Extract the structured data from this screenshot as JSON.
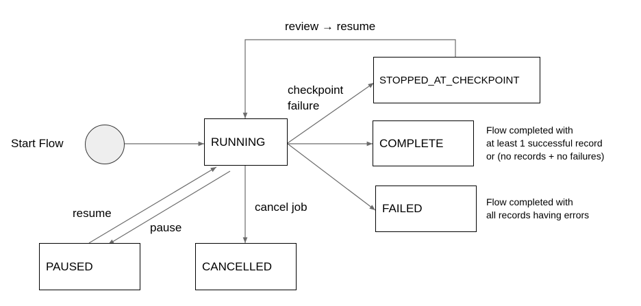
{
  "start": {
    "label": "Start Flow"
  },
  "states": {
    "running": "RUNNING",
    "stopped_at_checkpoint": "STOPPED_AT_CHECKPOINT",
    "complete": "COMPLETE",
    "failed": "FAILED",
    "paused": "PAUSED",
    "cancelled": "CANCELLED"
  },
  "transitions": {
    "review_resume": "review → resume",
    "checkpoint_failure_line1": "checkpoint",
    "checkpoint_failure_line2": "failure",
    "cancel_job": "cancel job",
    "resume": "resume",
    "pause": "pause"
  },
  "notes": {
    "complete": [
      "Flow completed with",
      "at least 1 successful record",
      "or (no records + no failures)"
    ],
    "failed": [
      "Flow completed with",
      "all records having errors"
    ]
  },
  "colors": {
    "line": "#6b6b6b",
    "start_fill": "#eeeeee",
    "box_border": "#000000"
  }
}
